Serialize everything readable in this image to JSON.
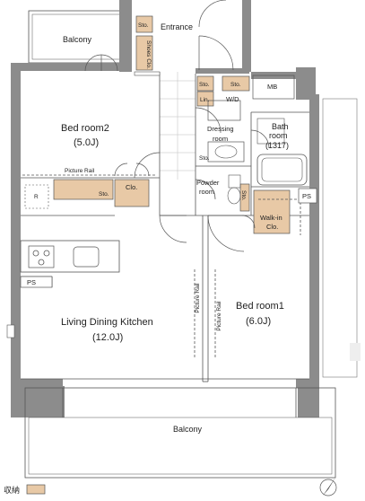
{
  "labels": {
    "balcony_top": "Balcony",
    "entrance": "Entrance",
    "shoes_clo": "Shoes Clo.",
    "sto_entrance": "Sto.",
    "sto_wd_1": "Sto.",
    "sto_wd_2": "Sto.",
    "lin": "Lin.",
    "wd": "W/D",
    "mb": "MB",
    "bed2_name": "Bed room2",
    "bed2_size": "(5.0J)",
    "dressing_1": "Dressing",
    "dressing_2": "room",
    "bath_1": "Bath",
    "bath_2": "room",
    "bath_3": "(1317)",
    "picture_rail_h": "Picture Rail",
    "clo": "Clo.",
    "sto_bed2": "Sto.",
    "r": "R",
    "sto_dressing": "Sto.",
    "powder_1": "Powder",
    "powder_2": "room",
    "sto_vertical": "Sto.",
    "ps_right": "PS",
    "walkin_1": "Walk-in",
    "walkin_2": "Clo.",
    "ps_left": "PS",
    "ldk_name": "Living Dining Kitchen",
    "ldk_size": "(12.0J)",
    "picture_rail_v1": "Picture Rail",
    "picture_rail_v2": "Picture Rail",
    "bed1_name": "Bed room1",
    "bed1_size": "(6.0J)",
    "balcony_bottom": "Balcony",
    "legend": "収納"
  },
  "colors": {
    "wall": "#8c8c8c",
    "storage": "#e8c9a6",
    "line": "#555555"
  }
}
